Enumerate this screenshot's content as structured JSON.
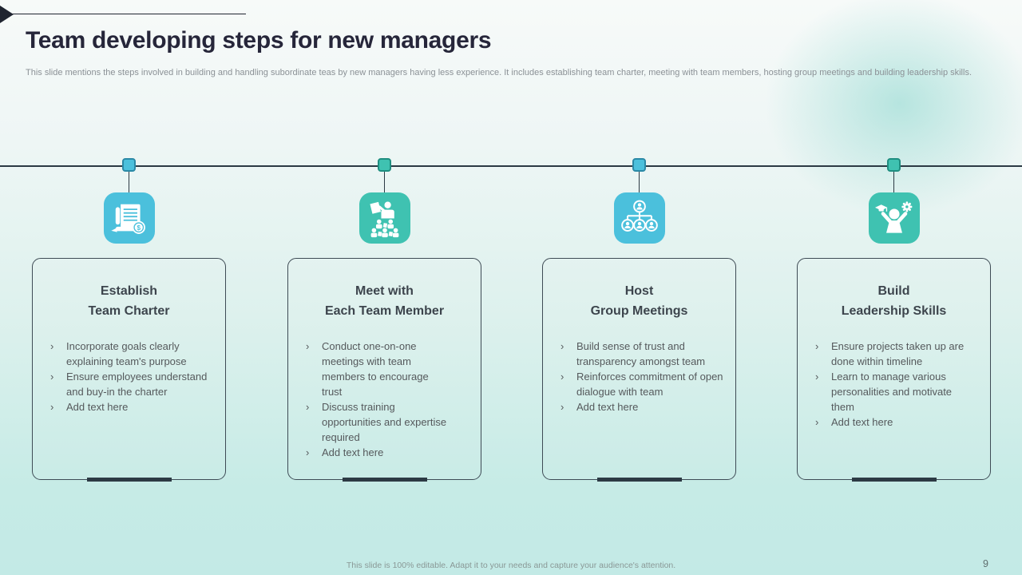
{
  "slide": {
    "title": "Team developing steps for new managers",
    "subtitle": "This slide mentions the steps involved in building and handling subordinate teas by new managers having less experience. It includes establishing team charter, meeting with team members, hosting group meetings and building leadership skills.",
    "footer": "This slide is 100% editable.  Adapt it to your needs and capture your audience's attention.",
    "page_number": "9"
  },
  "theme": {
    "accent_blue": "#4bc0dc",
    "accent_green": "#3fc2b1",
    "marker_border_blue": "#2b89a6",
    "marker_border_green": "#1f8e80",
    "line_color": "#2c3a44",
    "title_color": "#26263a",
    "card_border_color": "#3e4b55",
    "body_text_color": "#55595c",
    "background_top": "#f7faf9",
    "background_bottom": "#c3eae6",
    "bullet_glyph": "›"
  },
  "steps": [
    {
      "icon": "charter-scroll-icon",
      "accent": "#4bc0dc",
      "title_line1": "Establish",
      "title_line2": "Team Charter",
      "bullets": [
        "Incorporate goals clearly explaining team's purpose",
        "Ensure employees understand and buy-in the charter",
        "Add text here"
      ]
    },
    {
      "icon": "team-presentation-icon",
      "accent": "#3fc2b1",
      "title_line1": "Meet with",
      "title_line2": "Each Team Member",
      "bullets": [
        "Conduct one-on-one meetings with team members to encourage trust",
        "Discuss training opportunities and expertise required",
        "Add text here"
      ]
    },
    {
      "icon": "org-hierarchy-icon",
      "accent": "#4bc0dc",
      "title_line1": "Host",
      "title_line2": "Group Meetings",
      "bullets": [
        "Build sense of trust and transparency amongst team",
        "Reinforces commitment of open dialogue with team",
        "Add text here"
      ]
    },
    {
      "icon": "leadership-growth-icon",
      "accent": "#3fc2b1",
      "title_line1": "Build",
      "title_line2": "Leadership Skills",
      "bullets": [
        "Ensure projects taken up are done within timeline",
        "Learn to manage various personalities and motivate them",
        "Add text here"
      ]
    }
  ]
}
